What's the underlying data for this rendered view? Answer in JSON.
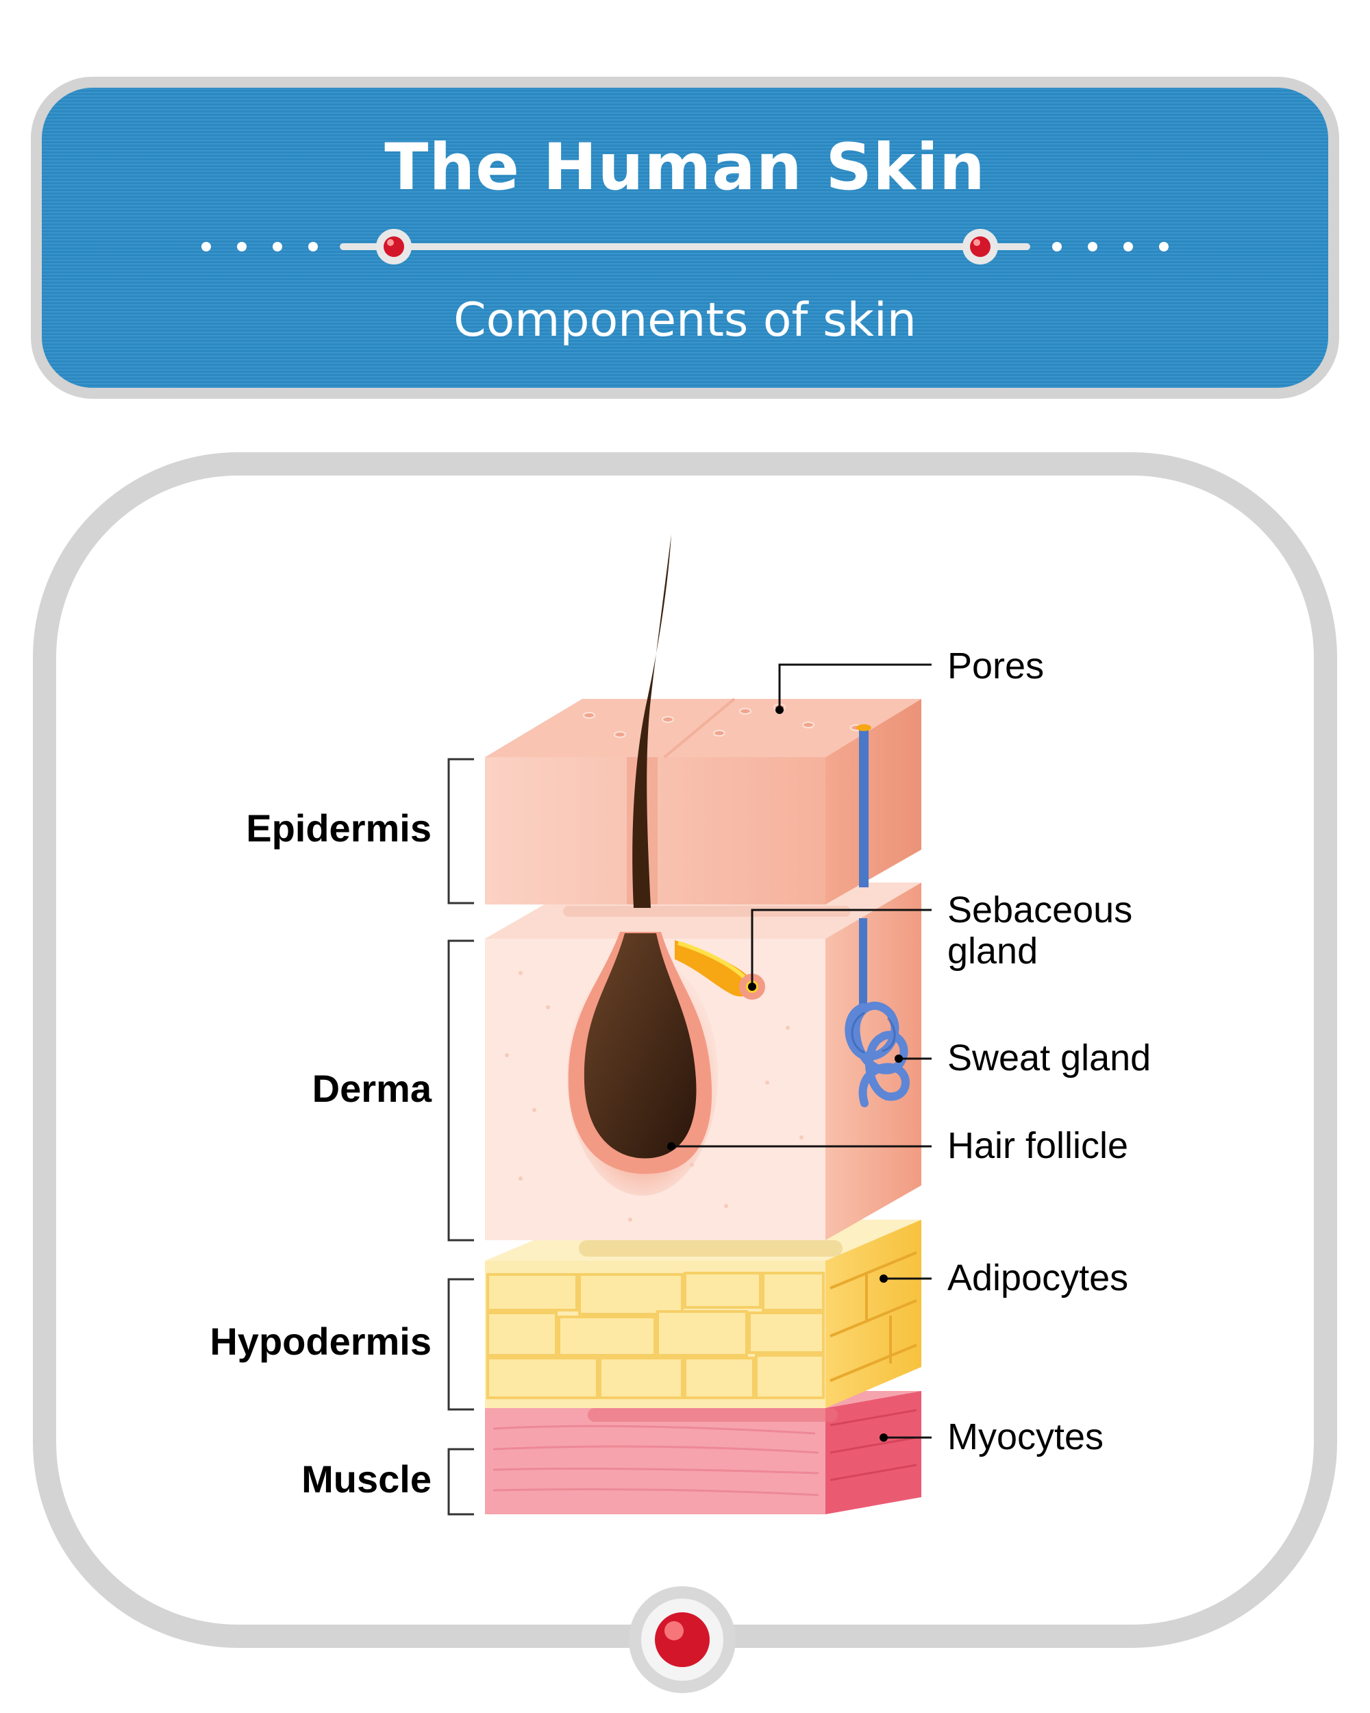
{
  "header": {
    "title": "The Human Skin",
    "subtitle": "Components of skin"
  },
  "layers": {
    "epidermis": "Epidermis",
    "derma": "Derma",
    "hypodermis": "Hypodermis",
    "muscle": "Muscle"
  },
  "components": {
    "pores": "Pores",
    "sebaceous_gland_line1": "Sebaceous",
    "sebaceous_gland_line2": "gland",
    "sweat_gland": "Sweat gland",
    "hair_follicle": "Hair follicle",
    "adipocytes": "Adipocytes",
    "myocytes": "Myocytes"
  },
  "colors": {
    "header_blue": "#2e8ec8",
    "frame_gray": "#d4d4d4",
    "accent_red": "#d4162a"
  }
}
